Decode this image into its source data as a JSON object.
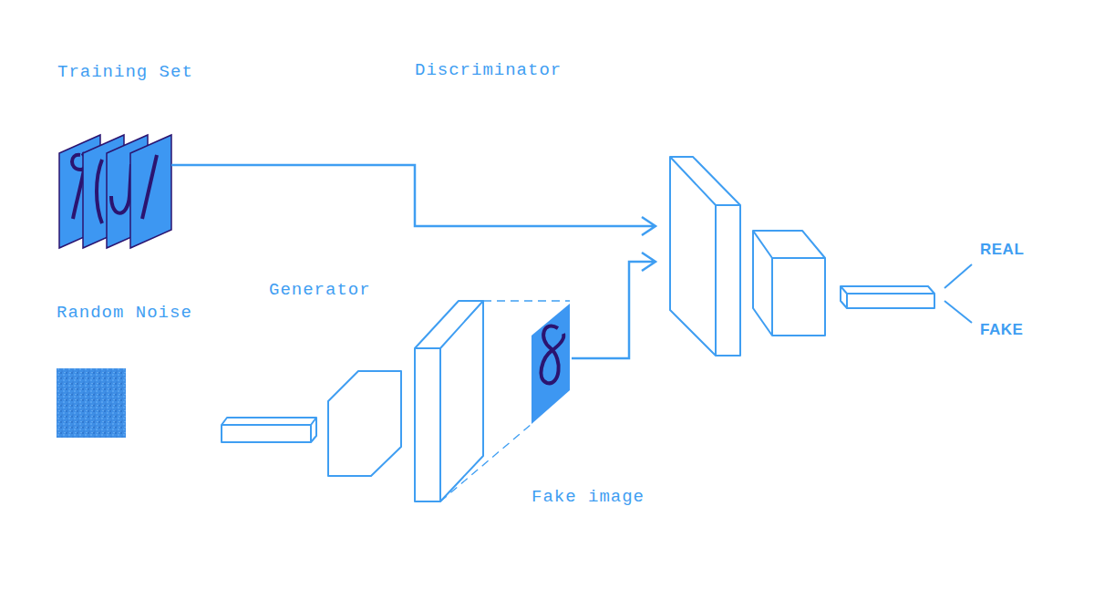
{
  "diagram": {
    "nodes": [
      {
        "text": [
          "Training Set"
        ]
      },
      {
        "text": [
          "Discriminator"
        ]
      },
      {
        "text": [
          "Random Noise"
        ]
      },
      {
        "text": [
          "Generator"
        ]
      },
      {
        "text": [
          "Fake image"
        ]
      }
    ],
    "edges": [
      {
        "from": 0,
        "to": 1,
        "arrow": "to"
      },
      {
        "from": 4,
        "to": 1,
        "arrow": "to"
      }
    ],
    "labels": [
      "REAL",
      "FAKE"
    ]
  }
}
